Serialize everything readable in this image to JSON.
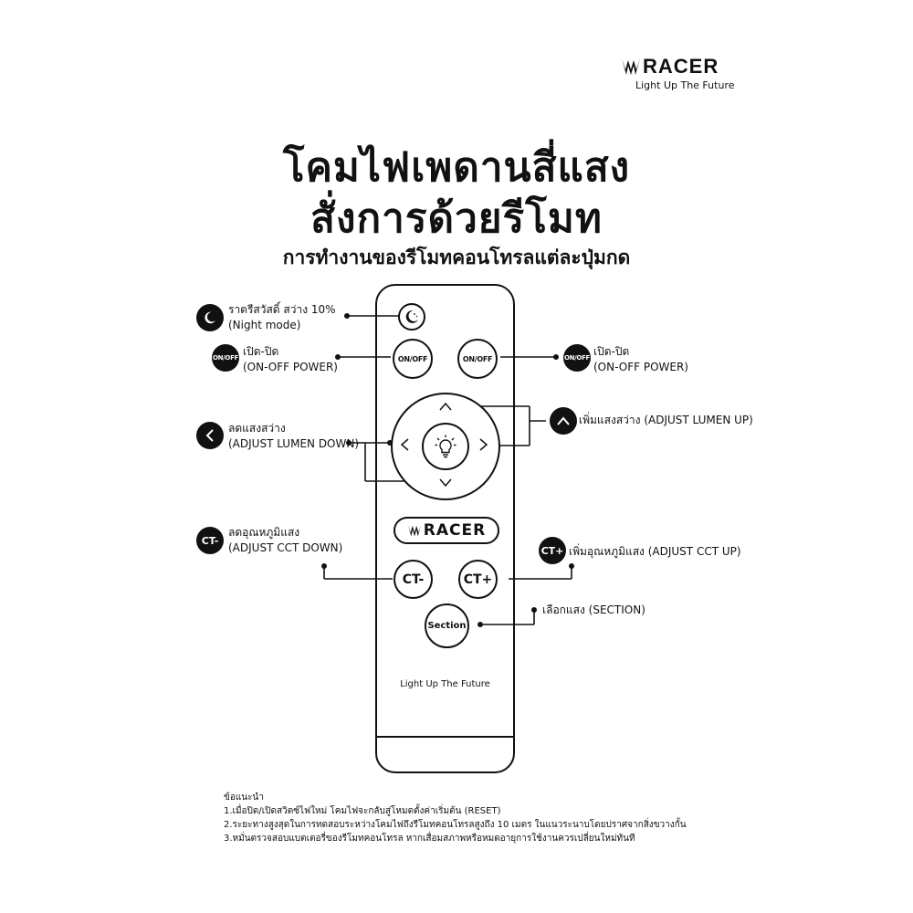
{
  "brand": {
    "name": "RACER",
    "tagline": "Light Up The Future"
  },
  "titles": {
    "line1": "โคมไฟเพดานสี่แสง",
    "line2": "สั่งการด้วยรีโมท",
    "subtitle": "การทำงานของรีโมทคอนโทรลแต่ละปุ่มกด"
  },
  "remote": {
    "on_off_left": "ON/OFF",
    "on_off_right": "ON/OFF",
    "ct_down": "CT-",
    "ct_up": "CT+",
    "section": "Section",
    "logo": "RACER",
    "tagline": "Light Up The Future"
  },
  "labels": {
    "night": {
      "line1": "ราตรีสวัสดิ์ สว่าง 10%",
      "line2": "(Night mode)"
    },
    "power_left": {
      "badge": "ON/OFF",
      "line1": "เปิด-ปิด",
      "line2": "(ON-OFF POWER)"
    },
    "power_right": {
      "badge": "ON/OFF",
      "line1": "เปิด-ปิด",
      "line2": "(ON-OFF POWER)"
    },
    "lumen_down": {
      "line1": "ลดแสงสว่าง",
      "line2": "(ADJUST LUMEN DOWN)"
    },
    "lumen_up": {
      "line1": "เพิ่มแสงสว่าง (ADJUST LUMEN UP)"
    },
    "cct_down": {
      "badge": "CT-",
      "line1": "ลดอุณหภูมิแสง",
      "line2": "(ADJUST CCT DOWN)"
    },
    "cct_up": {
      "badge": "CT+",
      "line1": "เพิ่มอุณหภูมิแสง (ADJUST CCT UP)"
    },
    "section": {
      "line1": "เลือกแสง (SECTION)"
    }
  },
  "notes": {
    "heading": "ข้อแนะนำ",
    "items": [
      "1.เมื่อปิด/เปิดสวิตซ์ไฟใหม่ โคมไฟจะกลับสู่โหมดตั้งค่าเริ่มต้น (RESET)",
      "2.ระยะทางสูงสุดในการทดสอบระหว่างโคมไฟถึงรีโมทคอนโทรลสูงถึง 10 เมตร ในแนวระนาบโดยปราศจากสิ่งขวางกั้น",
      "3.หมั่นตรวจสอบแบตเตอรี่ของรีโมทคอนโทรล หากเสื่อมสภาพหรือหมดอายุการใช้งานควรเปลี่ยนใหม่ทันที"
    ]
  },
  "colors": {
    "ink": "#111111",
    "background": "#ffffff"
  }
}
